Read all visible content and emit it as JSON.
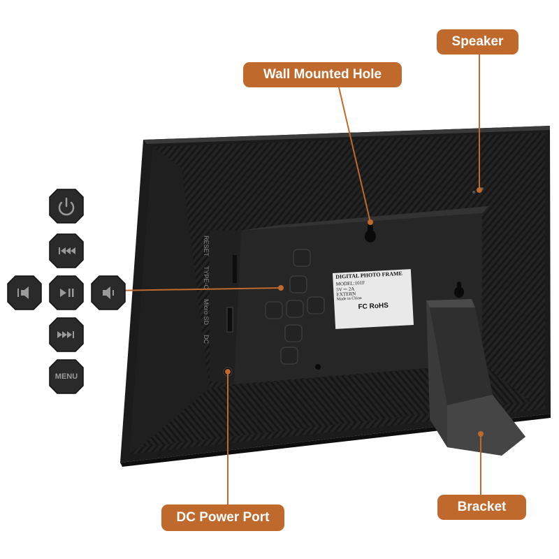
{
  "callouts": {
    "speaker": "Speaker",
    "wall_mounted_hole": "Wall Mounted Hole",
    "dc_power_port": "DC Power Port",
    "bracket": "Bracket"
  },
  "buttons": {
    "menu": "MENU"
  },
  "side_ports": {
    "reset": "RESET",
    "type_c": "TYPE-C",
    "micro_sd": "Micro SD",
    "dc": "DC"
  },
  "label_plate": {
    "title": "DIGITAL PHOTO FRAME",
    "model": "MODEL:101F",
    "power": "5V ⎓ 2A",
    "extern": "EXTERN",
    "origin": "Made in China",
    "certs": "FC  RoHS"
  },
  "colors": {
    "accent": "#c0692d",
    "frame_body": "#1c1c1c",
    "panel": "#262626"
  },
  "icons": [
    "power-icon",
    "previous-icon",
    "volume-down-icon",
    "play-pause-icon",
    "volume-up-icon",
    "next-icon"
  ]
}
